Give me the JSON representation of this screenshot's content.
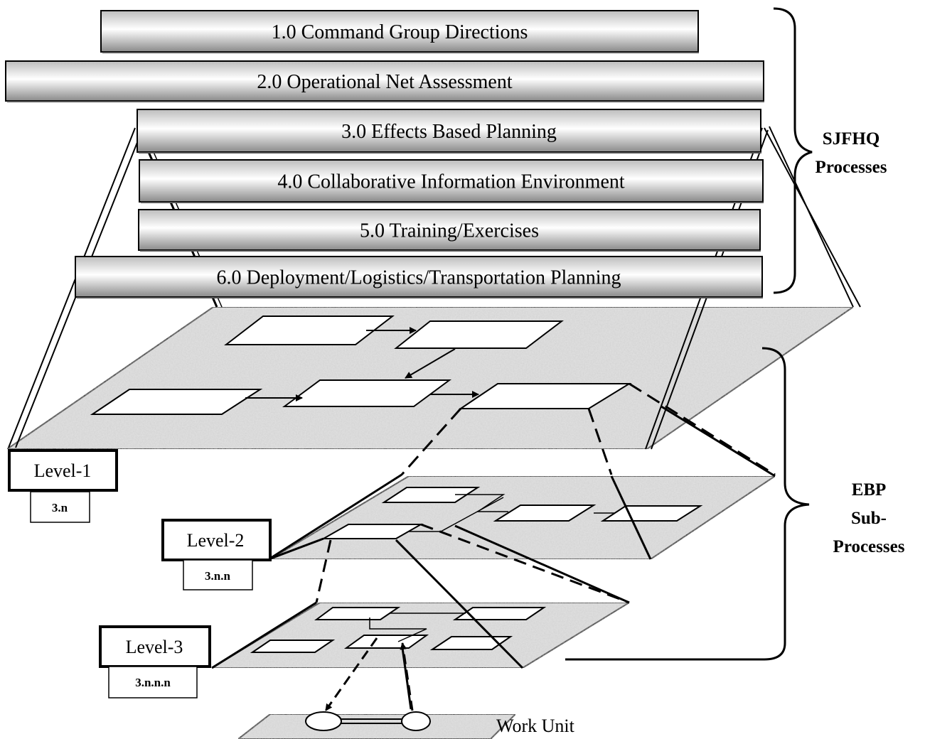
{
  "processes": [
    {
      "number": "1.0",
      "name": "Command Group Directions"
    },
    {
      "number": "2.0",
      "name": "Operational Net Assessment"
    },
    {
      "number": "3.0",
      "name": "Effects Based Planning"
    },
    {
      "number": "4.0",
      "name": "Collaborative Information Environment"
    },
    {
      "number": "5.0",
      "name": "Training/Exercises"
    },
    {
      "number": "6.0",
      "name": "Deployment/Logistics/Transportation Planning"
    }
  ],
  "groups": {
    "sjfhq": [
      "SJFHQ",
      "Processes"
    ],
    "ebp": [
      "EBP",
      "Sub-",
      "Processes"
    ]
  },
  "levels": [
    {
      "name": "Level-1",
      "code": "3.n"
    },
    {
      "name": "Level-2",
      "code": "3.n.n"
    },
    {
      "name": "Level-3",
      "code": "3.n.n.n"
    }
  ],
  "work_unit": "Work Unit",
  "colors": {
    "bar_light": "#ffffff",
    "bar_dark": "#a8a8a8",
    "plane": "#d4d4d4",
    "line": "#000000"
  }
}
